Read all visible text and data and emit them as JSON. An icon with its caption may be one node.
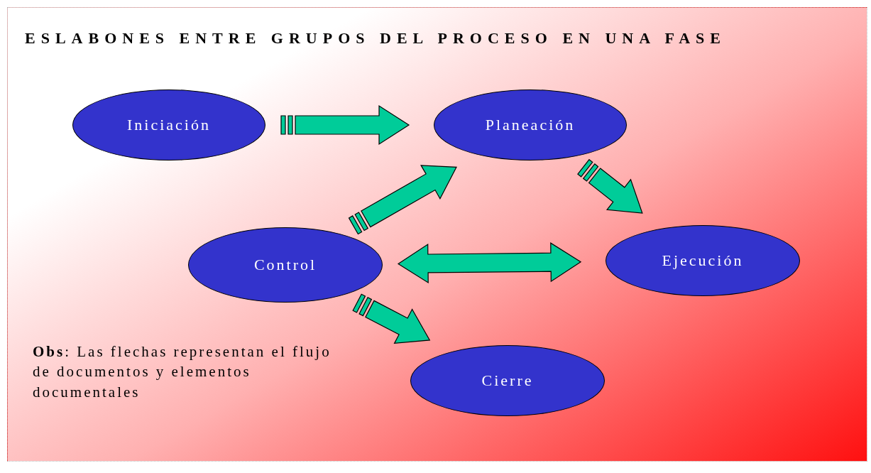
{
  "diagram": {
    "title": "ESLABONES ENTRE GRUPOS DEL PROCESO EN UNA FASE",
    "nodes": [
      {
        "text": [
          "Iniciación"
        ]
      },
      {
        "text": [
          "Planeación"
        ]
      },
      {
        "text": [
          "Control"
        ]
      },
      {
        "text": [
          "Ejecución"
        ]
      },
      {
        "text": [
          "Cierre"
        ]
      }
    ],
    "edges": [
      {
        "from": 0,
        "to": 1,
        "arrow": "to"
      },
      {
        "from": 2,
        "to": 1,
        "arrow": "to"
      },
      {
        "from": 1,
        "to": 3,
        "arrow": "to"
      },
      {
        "from": 2,
        "to": 3,
        "arrow": "both"
      },
      {
        "from": 2,
        "to": 4,
        "arrow": "to"
      }
    ],
    "labels": [
      "**Obs**: Las flechas representan el flujo de documentos y elementos documentales"
    ]
  }
}
